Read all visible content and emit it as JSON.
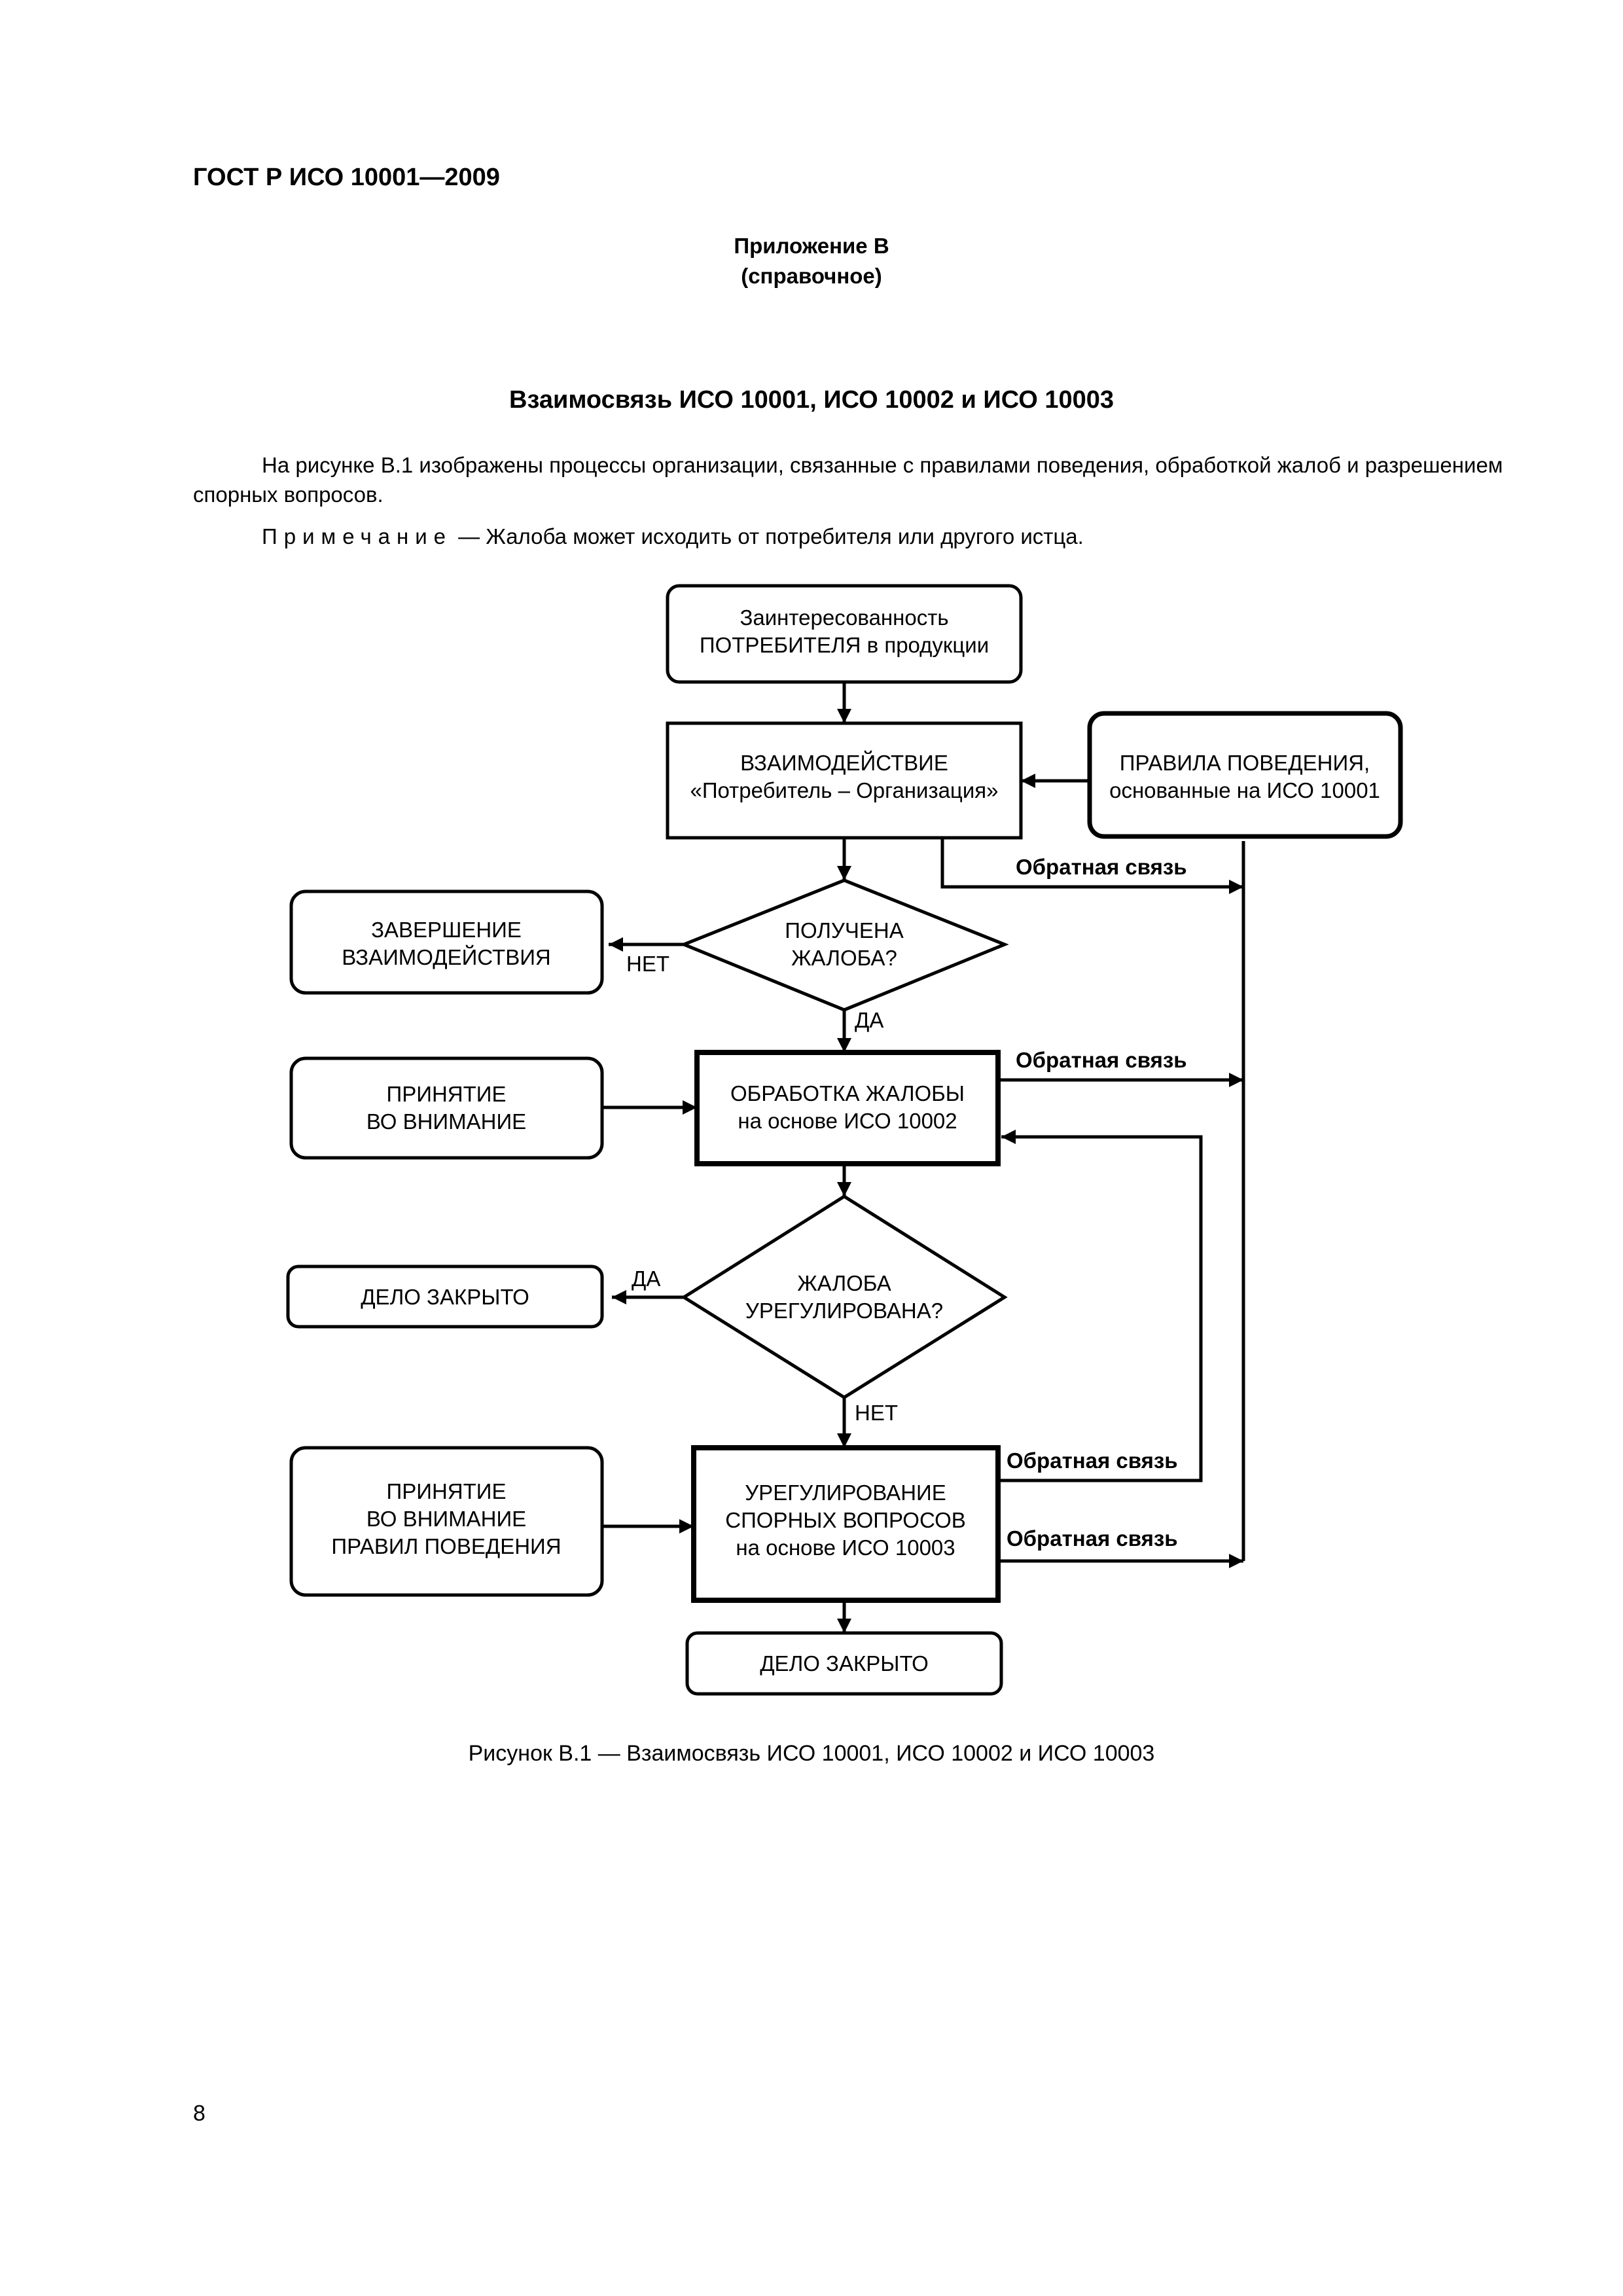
{
  "header": {
    "doc_code": "ГОСТ Р ИСО 10001—2009"
  },
  "appendix": {
    "title": "Приложение В",
    "type": "(справочное)"
  },
  "section_title": "Взаимосвязь ИСО 10001, ИСО 10002 и ИСО 10003",
  "intro": {
    "paragraph": "На рисунке В.1 изображены процессы организации, связанные с правилами поведения, обработкой жалоб и разрешением спорных вопросов.",
    "note_label": "Примечание",
    "note_text": " — Жалоба может исходить от потребителя или другого истца."
  },
  "flowchart": {
    "interest": [
      "Заинтересованность",
      "ПОТРЕБИТЕЛЯ в продукции"
    ],
    "interaction": [
      "ВЗАИМОДЕЙСТВИЕ",
      "«Потребитель – Организация»"
    ],
    "conduct_rules": [
      "ПРАВИЛА ПОВЕДЕНИЯ,",
      "основанные на ИСО 10001"
    ],
    "complaint_received": [
      "ПОЛУЧЕНА",
      "ЖАЛОБА?"
    ],
    "end_interaction": [
      "ЗАВЕРШЕНИЕ",
      "ВЗАИМОДЕЙСТВИЯ"
    ],
    "complaint_handling": [
      "ОБРАБОТКА ЖАЛОБЫ",
      "на основе ИСО 10002"
    ],
    "consideration_1": [
      "ПРИНЯТИЕ",
      "ВО ВНИМАНИЕ"
    ],
    "complaint_resolved": [
      "ЖАЛОБА",
      "УРЕГУЛИРОВАНА?"
    ],
    "case_closed_1": [
      "ДЕЛО ЗАКРЫТО"
    ],
    "dispute_resolution": [
      "УРЕГУЛИРОВАНИЕ",
      "СПОРНЫХ ВОПРОСОВ",
      "на основе ИСО 10003"
    ],
    "consideration_2": [
      "ПРИНЯТИЕ",
      "ВО ВНИМАНИЕ",
      "ПРАВИЛ ПОВЕДЕНИЯ"
    ],
    "case_closed_2": [
      "ДЕЛО ЗАКРЫТО"
    ],
    "labels": {
      "feedback": "Обратная связь",
      "yes": "ДА",
      "no": "НЕТ"
    }
  },
  "caption": "Рисунок В.1 — Взаимосвязь ИСО 10001, ИСО 10002 и ИСО 10003",
  "page_number": "8"
}
